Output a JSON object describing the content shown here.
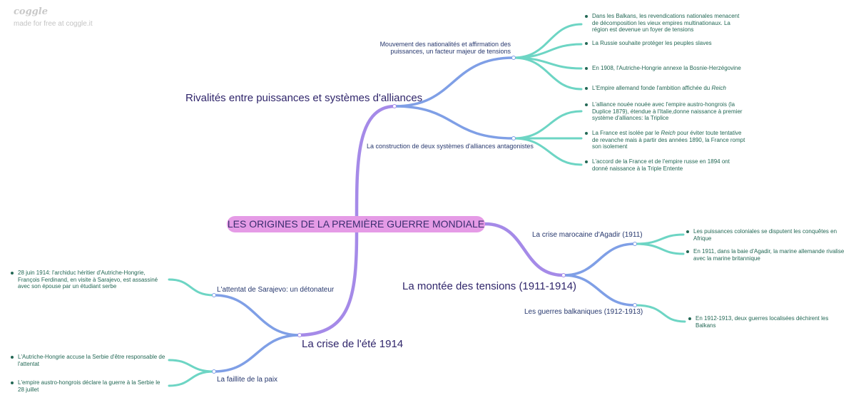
{
  "app": {
    "brand": "coggle",
    "credit": "made for free at coggle.it"
  },
  "root": "LES ORIGINES DE LA PREMIÈRE GUERRE MONDIALE",
  "colors": {
    "root_fill": "#e59be6",
    "purple": "#a58ae8",
    "blue": "#7f9fe6",
    "teal": "#6dd5c4",
    "leaf_text": "#236855"
  },
  "branches": {
    "rivalites": {
      "title": "Rivalités entre puissances et systèmes d'alliances",
      "mouvement": {
        "title": "Mouvement des nationalités et affirmation des puissances, un facteur majeur de tensions",
        "leaves": [
          "Dans les Balkans, les revendications nationales menacent de décomposition les vieux empires multinationaux. La région est devenue un foyer de tensions",
          "La Russie souhaite protéger les peuples slaves",
          "En 1908, l'Autriche-Hongrie annexe la Bosnie-Herzégovine",
          "L'Empire allemand fonde l'ambition affichée du Reich"
        ]
      },
      "construction": {
        "title": "La construction de deux systèmes d'alliances antagonistes",
        "leaves": [
          "L'alliance nouée nouée avec l'empire austro-hongrois (la Duplice 1879), étendue à l'Italie,donne naissance à premier système d'alliances: la Triplice",
          "La France est isolée par le Reich pour éviter toute tentative de revanche mais à partir des années 1890, la France rompt son isolement",
          "L'accord de la France et de l'empire russe en 1894 ont donné naissance à la Triple Entente"
        ]
      }
    },
    "montee": {
      "title": "La montée des tensions (1911-1914)",
      "agadir": {
        "title": "La crise marocaine d'Agadir (1911)",
        "leaves": [
          "Les puissances coloniales se disputent les conquêtes en Afrique",
          "En 1911, dans la baie d'Agadir, la marine allemande rivalise avec la marine britannique"
        ]
      },
      "balkans": {
        "title": "Les guerres balkaniques (1912-1913)",
        "leaves": [
          "En 1912-1913, deux guerres localisées déchirent les Balkans"
        ]
      }
    },
    "crise": {
      "title": "La crise de l'été 1914",
      "attentat": {
        "title": "L'attentat de Sarajevo: un détonateur",
        "leaves": [
          "28 juin 1914: l'archiduc héritier d'Autriche-Hongrie, François Ferdinand, en visite à Sarajevo, est assassiné avec son épouse par un étudiant serbe"
        ]
      },
      "faillite": {
        "title": "La faillite de la paix",
        "leaves": [
          "L'Autriche-Hongrie accuse la Serbie d'être responsable de l'attentat",
          "L'empire austro-hongrois déclare la guerre à la Serbie le 28 juillet"
        ]
      }
    }
  }
}
